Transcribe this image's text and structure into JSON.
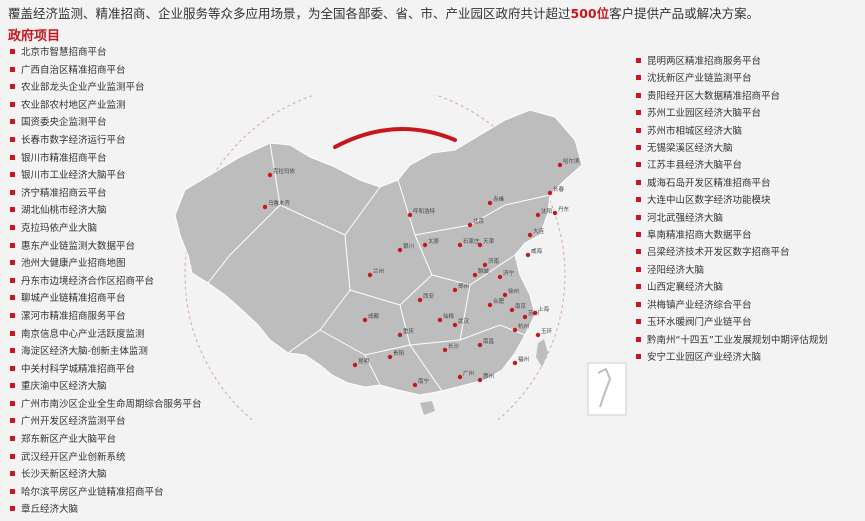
{
  "intro": {
    "text_before": "覆盖经济监测、精准招商、企业服务等众多应用场景，为全国各部委、省、市、产业园区政府共计超过",
    "highlight": "500位",
    "text_after": "客户提供产品或解决方案。"
  },
  "section_title": "政府项目",
  "left_projects": [
    "北京市智慧招商平台",
    "广西自治区精准招商平台",
    "农业部龙头企业产业监测平台",
    "农业部农村地区产业监测",
    "国资委央企监测平台",
    "长春市数字经济运行平台",
    "银川市精准招商平台",
    "银川市工业经济大脑平台",
    "济宁精准招商云平台",
    "湖北仙桃市经济大脑",
    "克拉玛依产业大脑",
    "惠东产业链监测大数据平台",
    "池州大健康产业招商地图",
    "丹东市边境经济合作区招商平台",
    "聊城产业链精准招商平台",
    "漯河市精准招商服务平台",
    "南京信息中心产业活跃度监测",
    "海淀区经济大脑-创新主体监测",
    "中关村科学城精准招商平台",
    "重庆渝中区经济大脑",
    "广州市南沙区企业全生命周期综合服务平台",
    "广州开发区经济监测平台",
    "郑东新区产业大脑平台",
    "武汉经开区产业创新系统",
    "长沙天新区经济大脑",
    "哈尔滨平房区产业链精准招商平台",
    "章丘经济大脑"
  ],
  "right_projects": [
    "昆明两区精准招商服务平台",
    "沈抚新区产业链监测平台",
    "贵阳经开区大数据精准招商平台",
    "苏州工业园区经济大脑平台",
    "苏州市相城区经济大脑",
    "无锡梁溪区经济大脑",
    "江苏丰县经济大脑平台",
    "威海石岛开发区精准招商平台",
    "大连中山区数字经济功能模块",
    "河北武强经济大脑",
    "阜南精准招商大数据平台",
    "吕梁经济技术开发区数字招商平台",
    "泾阳经济大脑",
    "山西定襄经济大脑",
    "洪梅镇产业经济综合平台",
    "玉环水暖阀门产业链平台",
    "黔南州“十四五”工业发展规划中期评估规划",
    "安宁工业园区产业经济大脑"
  ],
  "map": {
    "city_labels": [
      "克拉玛依",
      "乌鲁木齐",
      "哈尔滨",
      "长春",
      "沈阳",
      "大连",
      "丹东",
      "赤峰",
      "北京",
      "天津",
      "石家庄",
      "济南",
      "威海",
      "济宁",
      "聊城",
      "徐州",
      "南京",
      "苏州",
      "上海",
      "合肥",
      "郑州",
      "武汉",
      "长沙",
      "银川",
      "兰州",
      "西安",
      "成都",
      "重庆",
      "贵阳",
      "昆明",
      "南宁",
      "广州",
      "惠州",
      "福州",
      "南昌",
      "太原",
      "呼和浩特",
      "仙桃",
      "玉环",
      "杭州"
    ]
  },
  "colors": {
    "accent": "#c8161d",
    "map_fill": "#bdbdbd",
    "map_stroke": "#ffffff",
    "background": "#f3f3f3"
  }
}
